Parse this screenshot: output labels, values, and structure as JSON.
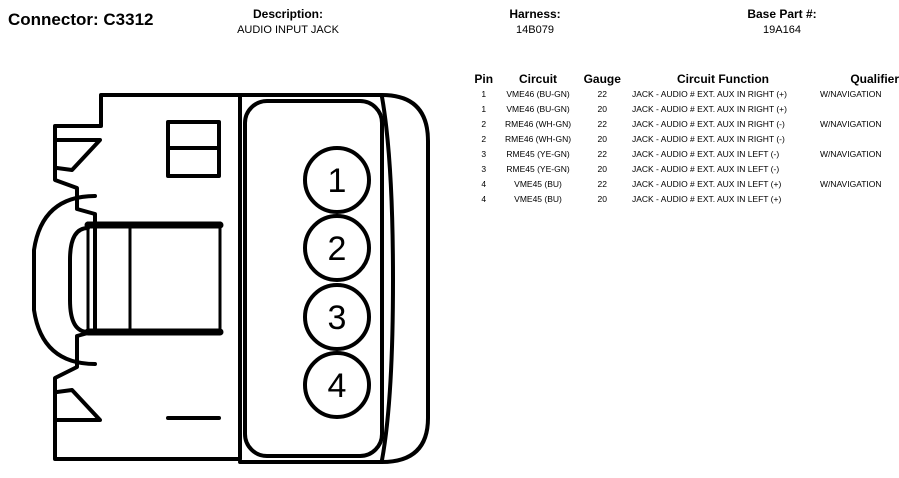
{
  "connector": {
    "label": "Connector: C3312"
  },
  "header": {
    "description_label": "Description:",
    "description_value": "AUDIO INPUT JACK",
    "harness_label": "Harness:",
    "harness_value": "14B079",
    "base_part_label": "Base Part #:",
    "base_part_value": "19A164"
  },
  "pin_numbers": [
    "1",
    "2",
    "3",
    "4"
  ],
  "pin_table": {
    "headers": {
      "pin": "Pin",
      "circuit": "Circuit",
      "gauge": "Gauge",
      "function": "Circuit Function",
      "qualifier": "Qualifier"
    },
    "rows": [
      {
        "pin": "1",
        "circuit": "VME46 (BU-GN)",
        "gauge": "22",
        "function": "JACK - AUDIO # EXT. AUX IN RIGHT (+)",
        "qualifier": "W/NAVIGATION"
      },
      {
        "pin": "1",
        "circuit": "VME46 (BU-GN)",
        "gauge": "20",
        "function": "JACK - AUDIO # EXT. AUX IN RIGHT (+)",
        "qualifier": ""
      },
      {
        "pin": "2",
        "circuit": "RME46 (WH-GN)",
        "gauge": "22",
        "function": "JACK - AUDIO # EXT. AUX IN RIGHT (-)",
        "qualifier": "W/NAVIGATION"
      },
      {
        "pin": "2",
        "circuit": "RME46 (WH-GN)",
        "gauge": "20",
        "function": "JACK - AUDIO # EXT. AUX IN RIGHT (-)",
        "qualifier": ""
      },
      {
        "pin": "3",
        "circuit": "RME45 (YE-GN)",
        "gauge": "22",
        "function": "JACK - AUDIO # EXT. AUX IN LEFT (-)",
        "qualifier": "W/NAVIGATION"
      },
      {
        "pin": "3",
        "circuit": "RME45 (YE-GN)",
        "gauge": "20",
        "function": "JACK - AUDIO # EXT. AUX IN LEFT (-)",
        "qualifier": ""
      },
      {
        "pin": "4",
        "circuit": "VME45 (BU)",
        "gauge": "22",
        "function": "JACK - AUDIO # EXT. AUX IN LEFT (+)",
        "qualifier": "W/NAVIGATION"
      },
      {
        "pin": "4",
        "circuit": "VME45 (BU)",
        "gauge": "20",
        "function": "JACK - AUDIO # EXT. AUX IN LEFT (+)",
        "qualifier": ""
      }
    ]
  }
}
